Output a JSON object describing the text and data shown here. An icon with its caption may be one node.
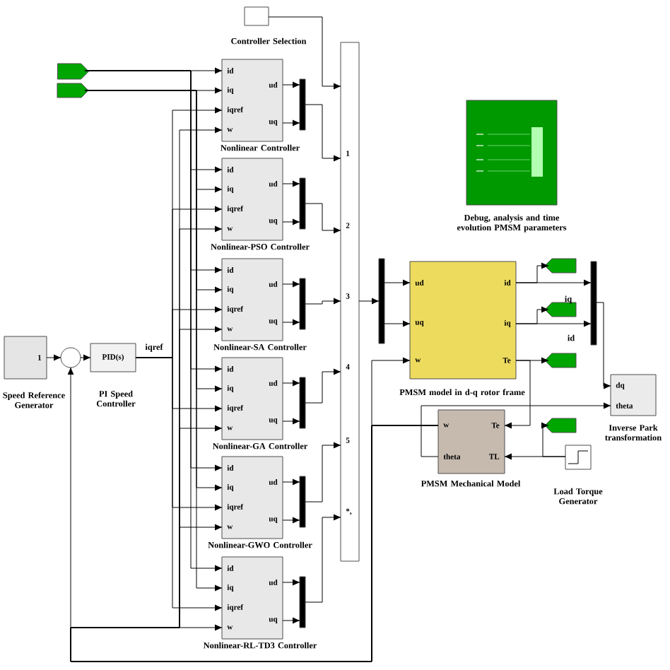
{
  "diagram": {
    "nodes": [
      {
        "text": [],
        "shape": "box",
        "beside": [
          "Controller Selection"
        ]
      },
      {
        "text": [
          "id",
          "iq",
          "iqref",
          "w",
          "ud",
          "uq"
        ],
        "beside": [
          "Nonlinear Controller"
        ]
      },
      {
        "text": [
          "id",
          "iq",
          "iqref",
          "w",
          "ud",
          "uq"
        ],
        "beside": [
          "Nonlinear-PSO Controller"
        ]
      },
      {
        "text": [
          "id",
          "iq",
          "iqref",
          "w",
          "ud",
          "uq"
        ],
        "beside": [
          "Nonlinear-SA Controller"
        ]
      },
      {
        "text": [
          "id",
          "iq",
          "iqref",
          "w",
          "ud",
          "uq"
        ],
        "beside": [
          "Nonlinear-GA Controller"
        ]
      },
      {
        "text": [
          "id",
          "iq",
          "iqref",
          "w",
          "ud",
          "uq"
        ],
        "beside": [
          "Nonlinear-GWO Controller"
        ]
      },
      {
        "text": [
          "id",
          "iq",
          "iqref",
          "w",
          "ud",
          "uq"
        ],
        "beside": [
          "Nonlinear-RL-TD3 Controller"
        ]
      },
      {
        "text": [],
        "shape": "bar"
      },
      {
        "text": [],
        "shape": "bar"
      },
      {
        "text": [],
        "shape": "bar"
      },
      {
        "text": [],
        "shape": "bar"
      },
      {
        "text": [],
        "shape": "bar"
      },
      {
        "text": [],
        "shape": "bar"
      },
      {
        "text": [
          "1",
          "2",
          "3",
          "4",
          "5",
          "*,"
        ]
      },
      {
        "text": [
          "1"
        ],
        "beside": [
          "Speed Reference Generator"
        ]
      },
      {
        "text": [],
        "shape": "circle"
      },
      {
        "text": [
          "PID(s)"
        ],
        "beside": [
          "PI Speed Controller"
        ]
      },
      {
        "text": [],
        "shape": "tag"
      },
      {
        "text": [],
        "shape": "tag"
      },
      {
        "text": [],
        "shape": "box",
        "beside": [
          "Debug, analysis and time evolution PMSM parameters"
        ]
      },
      {
        "text": [],
        "shape": "bar"
      },
      {
        "text": [
          "ud",
          "uq",
          "w",
          "id",
          "iq",
          "Te"
        ],
        "beside": [
          "PMSM model in d-q rotor frame"
        ]
      },
      {
        "text": [],
        "shape": "tag"
      },
      {
        "text": [],
        "shape": "tag"
      },
      {
        "text": [],
        "shape": "tag"
      },
      {
        "text": [],
        "shape": "bar"
      },
      {
        "text": [],
        "shape": "tag"
      },
      {
        "text": [
          "dq",
          "theta"
        ],
        "beside": [
          "Inverse Park transformation"
        ]
      },
      {
        "text": [
          "w",
          "theta",
          "Te",
          "TL"
        ],
        "beside": [
          "PMSM Mechanical Model"
        ]
      },
      {
        "text": [],
        "shape": "box",
        "beside": [
          "Load Torque Generator"
        ]
      }
    ],
    "edges": [
      {
        "from": 0,
        "to": 13,
        "arrow": "to"
      },
      {
        "from": 1,
        "to": 7,
        "arrow": "to"
      },
      {
        "from": 1,
        "to": 7,
        "arrow": "to"
      },
      {
        "from": 2,
        "to": 8,
        "arrow": "to"
      },
      {
        "from": 2,
        "to": 8,
        "arrow": "to"
      },
      {
        "from": 3,
        "to": 9,
        "arrow": "to"
      },
      {
        "from": 3,
        "to": 9,
        "arrow": "to"
      },
      {
        "from": 4,
        "to": 10,
        "arrow": "to"
      },
      {
        "from": 4,
        "to": 10,
        "arrow": "to"
      },
      {
        "from": 5,
        "to": 11,
        "arrow": "to"
      },
      {
        "from": 5,
        "to": 11,
        "arrow": "to"
      },
      {
        "from": 6,
        "to": 12,
        "arrow": "to"
      },
      {
        "from": 6,
        "to": 12,
        "arrow": "to"
      },
      {
        "from": 7,
        "to": 13,
        "arrow": "to"
      },
      {
        "from": 8,
        "to": 13,
        "arrow": "to"
      },
      {
        "from": 9,
        "to": 13,
        "arrow": "to"
      },
      {
        "from": 10,
        "to": 13,
        "arrow": "to"
      },
      {
        "from": 11,
        "to": 13,
        "arrow": "to"
      },
      {
        "from": 12,
        "to": 13,
        "arrow": "to"
      },
      {
        "from": 14,
        "to": 15,
        "arrow": "to"
      },
      {
        "from": 15,
        "to": 16,
        "arrow": "to"
      },
      {
        "from": 16,
        "to": 1,
        "arrow": "to"
      },
      {
        "from": 16,
        "to": 2,
        "arrow": "to"
      },
      {
        "from": 16,
        "to": 3,
        "arrow": "to"
      },
      {
        "from": 16,
        "to": 4,
        "arrow": "to"
      },
      {
        "from": 16,
        "to": 5,
        "arrow": "to"
      },
      {
        "from": 16,
        "to": 6,
        "arrow": "to"
      },
      {
        "from": 17,
        "to": 1,
        "arrow": "to"
      },
      {
        "from": 17,
        "to": 2,
        "arrow": "to"
      },
      {
        "from": 17,
        "to": 3,
        "arrow": "to"
      },
      {
        "from": 17,
        "to": 4,
        "arrow": "to"
      },
      {
        "from": 17,
        "to": 5,
        "arrow": "to"
      },
      {
        "from": 17,
        "to": 6,
        "arrow": "to"
      },
      {
        "from": 18,
        "to": 1,
        "arrow": "to"
      },
      {
        "from": 18,
        "to": 2,
        "arrow": "to"
      },
      {
        "from": 18,
        "to": 3,
        "arrow": "to"
      },
      {
        "from": 18,
        "to": 4,
        "arrow": "to"
      },
      {
        "from": 18,
        "to": 5,
        "arrow": "to"
      },
      {
        "from": 18,
        "to": 6,
        "arrow": "to"
      },
      {
        "from": 28,
        "to": 1,
        "arrow": "to"
      },
      {
        "from": 28,
        "to": 2,
        "arrow": "to"
      },
      {
        "from": 28,
        "to": 3,
        "arrow": "to"
      },
      {
        "from": 28,
        "to": 4,
        "arrow": "to"
      },
      {
        "from": 28,
        "to": 5,
        "arrow": "to"
      },
      {
        "from": 28,
        "to": 6,
        "arrow": "to"
      },
      {
        "from": 28,
        "to": 15,
        "arrow": "to"
      },
      {
        "from": 28,
        "to": 21,
        "arrow": "to"
      },
      {
        "from": 13,
        "to": 20,
        "arrow": "to"
      },
      {
        "from": 20,
        "to": 21,
        "arrow": "to"
      },
      {
        "from": 20,
        "to": 21,
        "arrow": "to"
      },
      {
        "from": 21,
        "to": 22,
        "arrow": "to"
      },
      {
        "from": 21,
        "to": 25,
        "arrow": "to"
      },
      {
        "from": 21,
        "to": 23,
        "arrow": "to"
      },
      {
        "from": 21,
        "to": 25,
        "arrow": "to"
      },
      {
        "from": 21,
        "to": 24,
        "arrow": "to"
      },
      {
        "from": 21,
        "to": 28,
        "arrow": "to"
      },
      {
        "from": 25,
        "to": 27,
        "arrow": "to"
      },
      {
        "from": 28,
        "to": 27,
        "arrow": "to"
      },
      {
        "from": 29,
        "to": 28,
        "arrow": "to"
      },
      {
        "from": 29,
        "to": 26,
        "arrow": "to"
      }
    ],
    "labels": [
      "iqref",
      "iq",
      "id"
    ]
  }
}
